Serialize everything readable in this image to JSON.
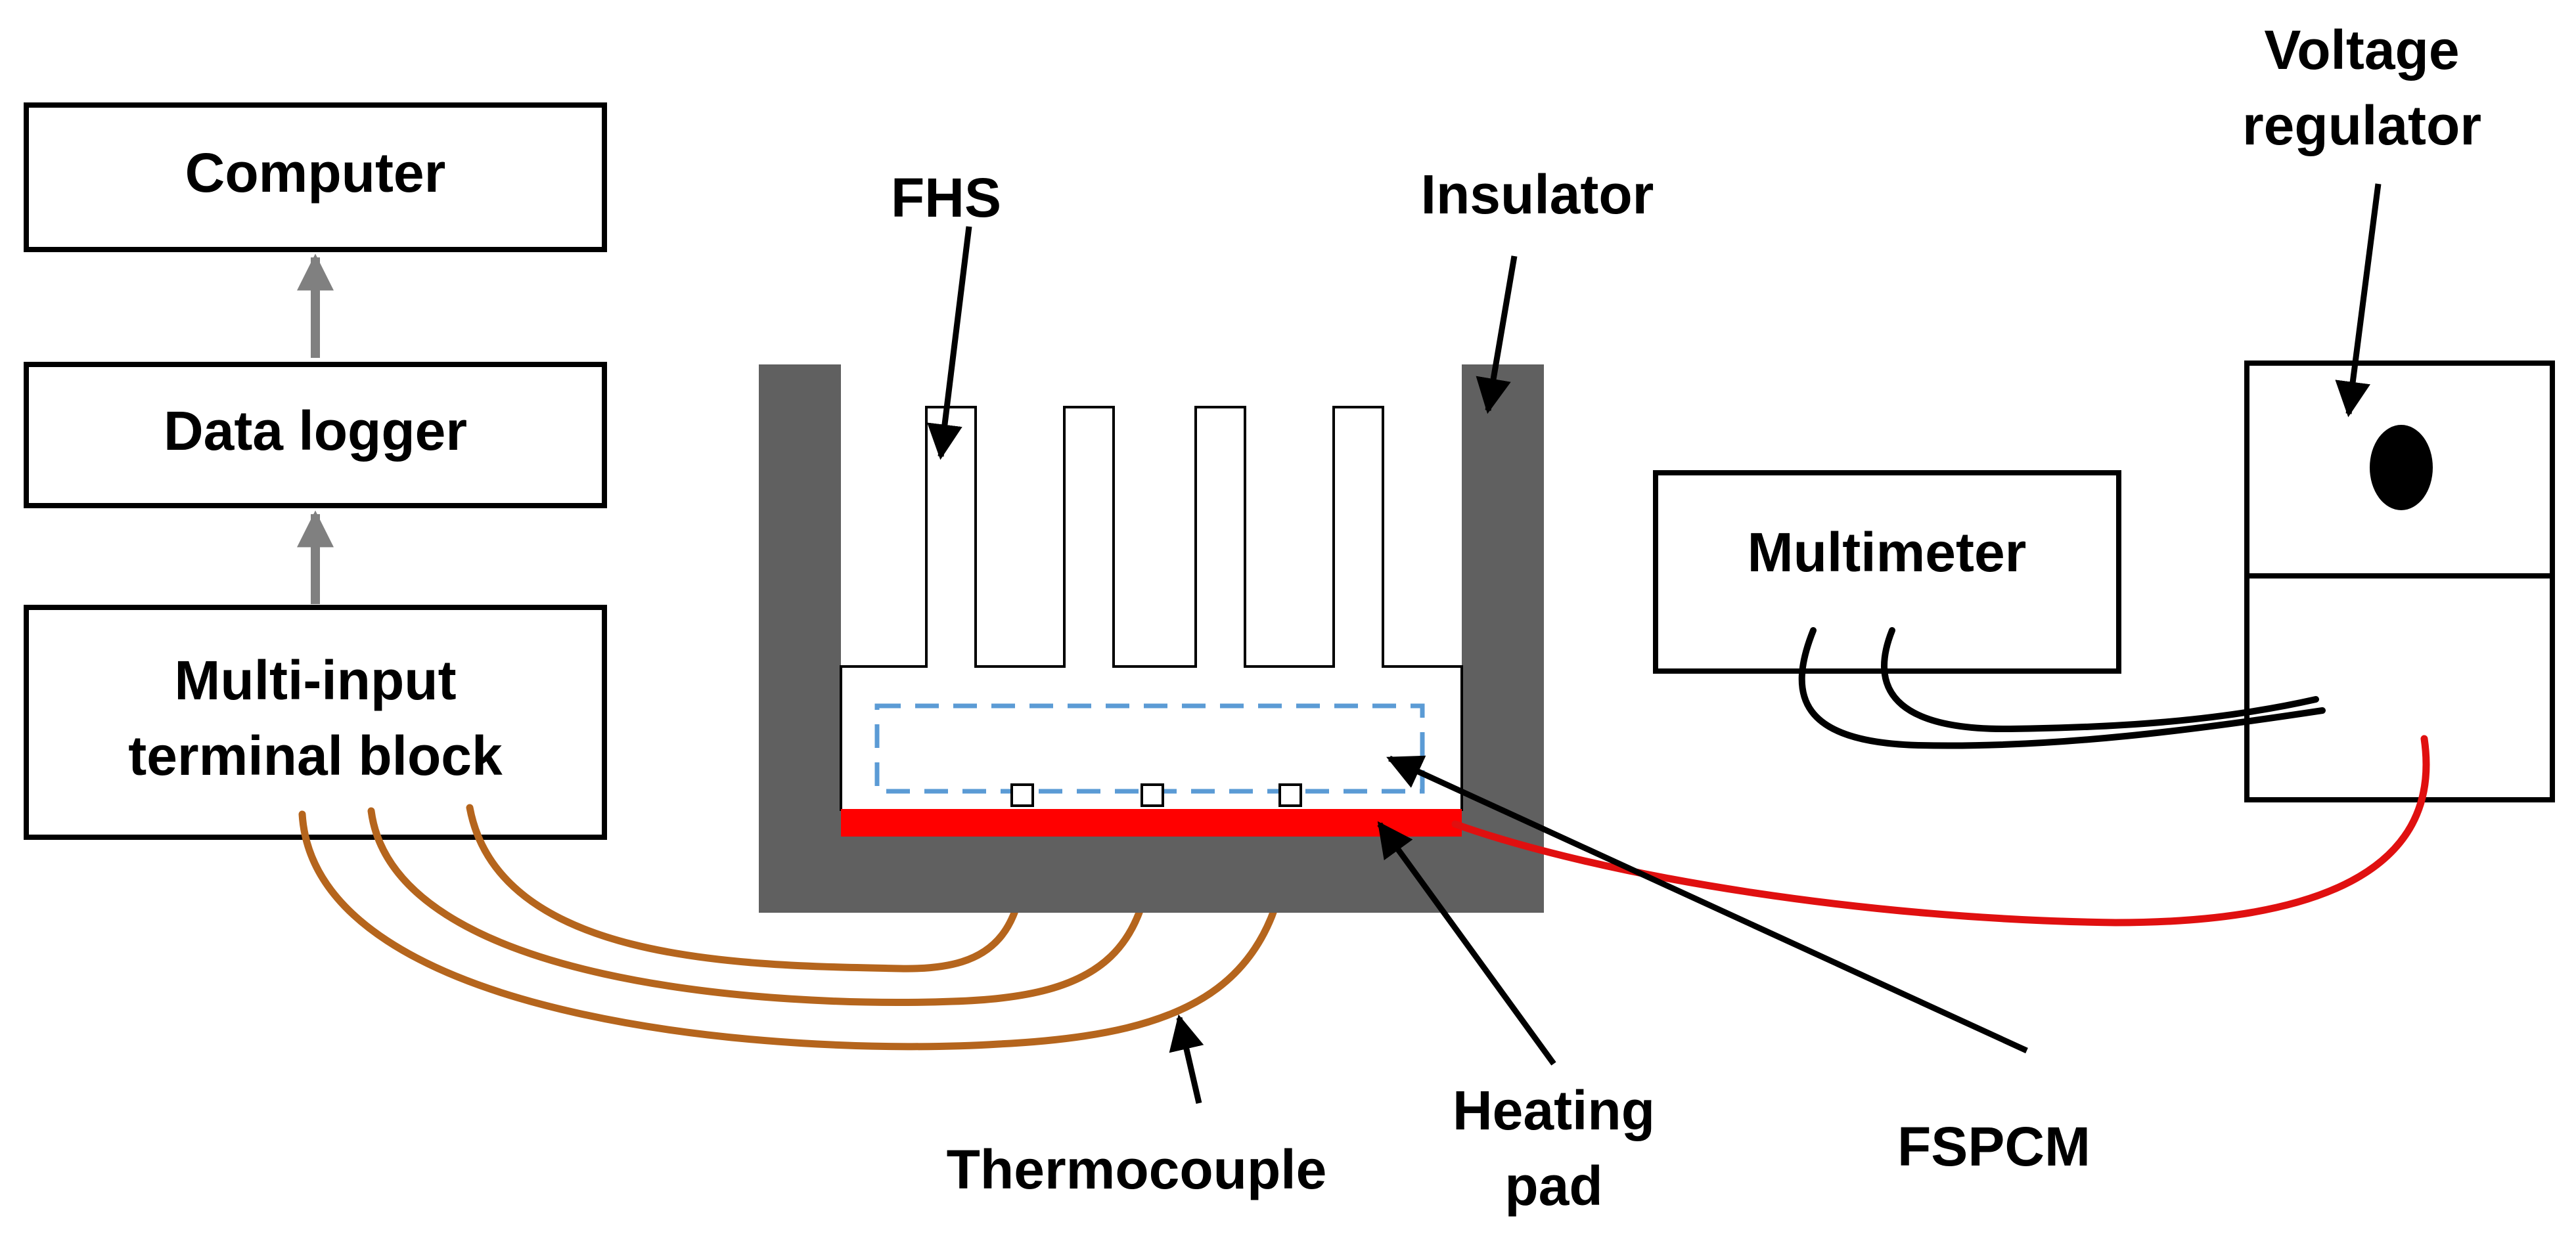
{
  "labels": {
    "computer": "Computer",
    "data_logger": "Data logger",
    "terminal_block_line1": "Multi-input",
    "terminal_block_line2": "terminal block",
    "fhs": "FHS",
    "insulator": "Insulator",
    "voltage_regulator_line1": "Voltage",
    "voltage_regulator_line2": "regulator",
    "multimeter": "Multimeter",
    "thermocouple": "Thermocouple",
    "heating_pad_line1": "Heating",
    "heating_pad_line2": "pad",
    "fspcm": "FSPCM"
  },
  "colors": {
    "insulator": "#606060",
    "heating_pad": "#ff0000",
    "power_wire": "#e01010",
    "thermocouple_wire": "#b5651d",
    "fspcm_outline": "#5b9bd5",
    "flow_arrow": "#808080",
    "line": "#000000"
  }
}
